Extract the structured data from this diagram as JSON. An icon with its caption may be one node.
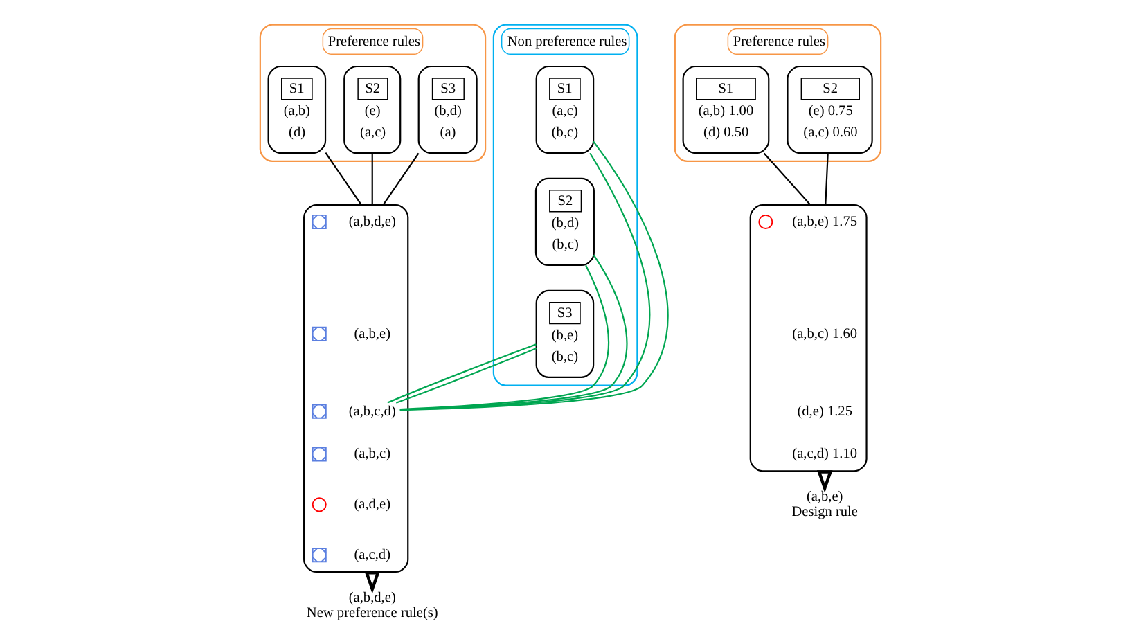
{
  "diagram": {
    "nodes": [
      {
        "text": [
          "Preference rules"
        ]
      },
      {
        "text": [
          "S1",
          "(a,b)",
          "(d)"
        ],
        "in": 0
      },
      {
        "text": [
          "S2",
          "(e)",
          "(a,c)"
        ],
        "in": 0
      },
      {
        "text": [
          "S3",
          "(b,d)",
          "(a)"
        ],
        "in": 0
      },
      {
        "text": [],
        "shape": "box"
      },
      {
        "text": [],
        "shape": "cross",
        "in": 4
      },
      {
        "text": [
          "(a,b,d,e)"
        ],
        "in": 4
      },
      {
        "text": [],
        "shape": "cross",
        "in": 4
      },
      {
        "text": [
          "(a,b,e)"
        ],
        "in": 4
      },
      {
        "text": [],
        "shape": "cross",
        "in": 4
      },
      {
        "text": [
          "(a,b,c,d)"
        ],
        "in": 4
      },
      {
        "text": [],
        "shape": "cross",
        "in": 4
      },
      {
        "text": [
          "(a,b,c)"
        ],
        "in": 4
      },
      {
        "text": [],
        "shape": "circle",
        "in": 4
      },
      {
        "text": [
          "(a,d,e)"
        ],
        "in": 4
      },
      {
        "text": [],
        "shape": "cross",
        "in": 4
      },
      {
        "text": [
          "(a,c,d)"
        ],
        "in": 4
      },
      {
        "text": [
          "(a,b,d,e)",
          "New preference rule(s)"
        ]
      },
      {
        "text": [
          "Non preference rules"
        ]
      },
      {
        "text": [
          "S1",
          "(a,c)",
          "(b,c)"
        ],
        "in": 18
      },
      {
        "text": [
          "S2",
          "(b,d)",
          "(b,c)"
        ],
        "in": 18
      },
      {
        "text": [
          "S3",
          "(b,e)",
          "(b,c)"
        ],
        "in": 18
      },
      {
        "text": [
          "Preference rules"
        ]
      },
      {
        "text": [
          "S1",
          "(a,b) 1.00",
          "(d) 0.50"
        ],
        "in": 22
      },
      {
        "text": [
          "S2",
          "(e) 0.75",
          "(a,c) 0.60"
        ],
        "in": 22
      },
      {
        "text": [],
        "shape": "box"
      },
      {
        "text": [],
        "shape": "circle",
        "in": 25
      },
      {
        "text": [
          "(a,b,e) 1.75"
        ],
        "in": 25
      },
      {
        "text": [
          "(a,b,c) 1.60"
        ],
        "in": 25
      },
      {
        "text": [
          "(d,e) 1.25"
        ],
        "in": 25
      },
      {
        "text": [
          "(a,c,d) 1.10"
        ],
        "in": 25
      },
      {
        "text": [
          "(a,b,e)",
          "Design rule"
        ]
      }
    ],
    "edges": [
      {
        "from": 1,
        "to": 4,
        "arrow": "none",
        "color": "#000000"
      },
      {
        "from": 2,
        "to": 4,
        "arrow": "none",
        "color": "#000000"
      },
      {
        "from": 3,
        "to": 4,
        "arrow": "none",
        "color": "#000000"
      },
      {
        "from": 10,
        "to": 19,
        "arrow": "none",
        "color": "#00a651"
      },
      {
        "from": 10,
        "to": 19,
        "arrow": "none",
        "color": "#00a651"
      },
      {
        "from": 10,
        "to": 20,
        "arrow": "none",
        "color": "#00a651"
      },
      {
        "from": 10,
        "to": 20,
        "arrow": "none",
        "color": "#00a651"
      },
      {
        "from": 10,
        "to": 21,
        "arrow": "none",
        "color": "#00a651"
      },
      {
        "from": 10,
        "to": 21,
        "arrow": "none",
        "color": "#00a651"
      },
      {
        "from": 4,
        "to": 17,
        "arrow": "to",
        "style": "thick",
        "color": "#000000"
      },
      {
        "from": 23,
        "to": 25,
        "arrow": "none",
        "color": "#000000"
      },
      {
        "from": 24,
        "to": 25,
        "arrow": "none",
        "color": "#000000"
      },
      {
        "from": 25,
        "to": 31,
        "arrow": "to",
        "style": "thick",
        "color": "#000000"
      }
    ]
  }
}
